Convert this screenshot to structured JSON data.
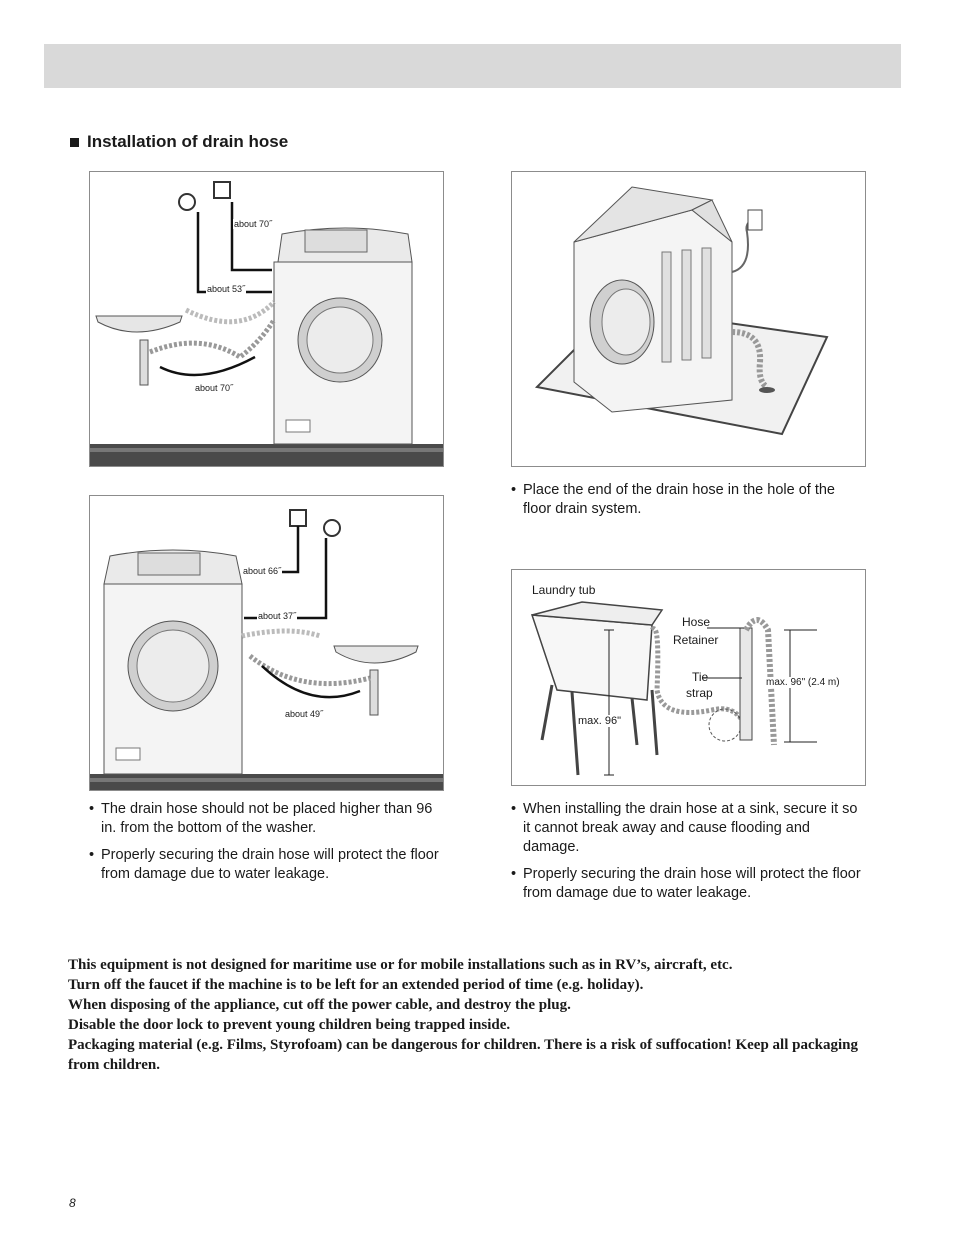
{
  "section": {
    "title": "Installation of drain hose"
  },
  "figure1": {
    "labels": [
      "about 70˝",
      "about 53˝",
      "about 70˝"
    ]
  },
  "figure3": {
    "labels": [
      "about 66˝",
      "about 37˝",
      "about 49˝"
    ]
  },
  "figure4": {
    "laundry_tub": "Laundry tub",
    "hose": "Hose",
    "retainer": "Retainer",
    "tie": "Tie",
    "strap": "strap",
    "max_left": "max. 96\"",
    "max_right": "max. 96\" (2.4 m)"
  },
  "right_top_bullets": [
    "Place the end of the drain hose in the hole of the floor drain system."
  ],
  "left_bottom_bullets": [
    "The drain hose should not be placed higher than 96 in. from the bottom of the washer.",
    "Properly securing the drain hose will protect the floor from damage due to water leakage."
  ],
  "right_bottom_bullets": [
    "When installing the drain hose at a sink, secure it so it cannot break away and cause flooding and damage.",
    "Properly securing the drain hose will protect the floor from damage due to water leakage."
  ],
  "warnings": [
    "This equipment is not designed for maritime use or for mobile installations such as in RV’s, aircraft, etc.",
    "Turn off the faucet if the machine is to be left for an extended period of time (e.g. holiday).",
    "When disposing of the appliance, cut off the power cable, and destroy the plug.",
    "Disable the door lock to prevent young children being trapped inside.",
    "Packaging material (e.g. Films, Styrofoam) can be dangerous for children. There is a risk of suffocation!  Keep all packaging from children."
  ],
  "page_number": "8"
}
